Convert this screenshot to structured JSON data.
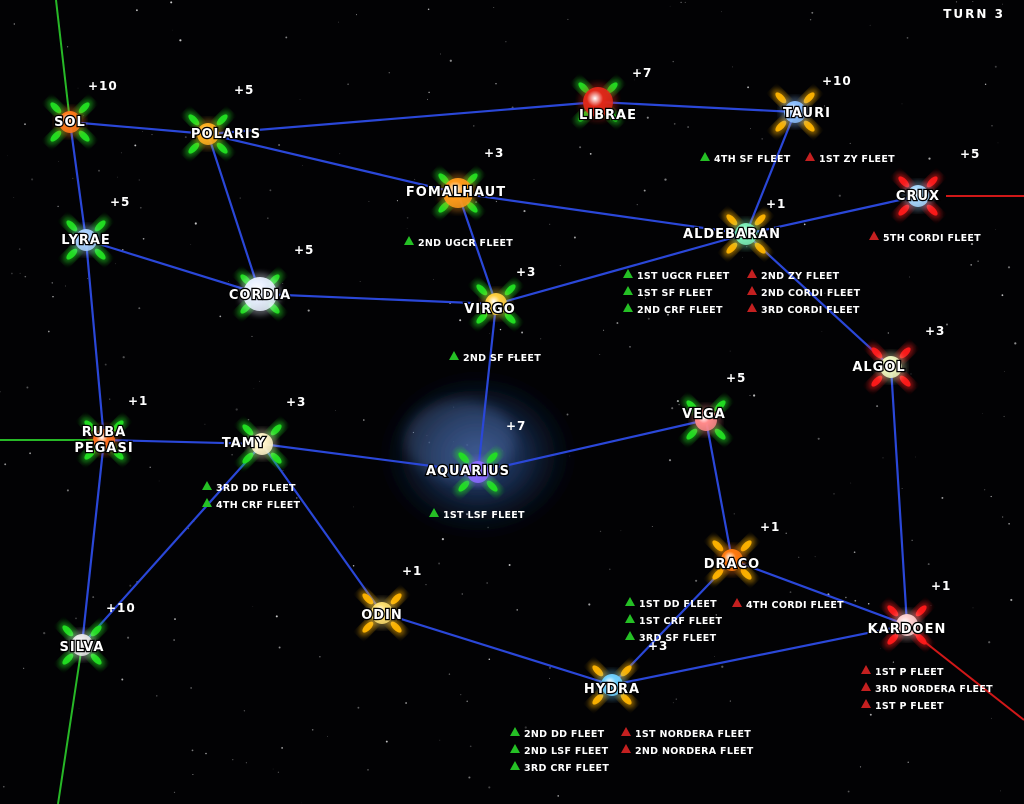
{
  "turn_label": "TURN 3",
  "colors": {
    "lane": "#2a47d8",
    "green_border": "#27b827",
    "red_border": "#d01818",
    "green_fleet": "#25c025",
    "red_fleet": "#c42020",
    "green_control": "#22e022",
    "yellow_control": "#ffb400",
    "red_control": "#ff1a1a"
  },
  "systems": [
    {
      "id": "sol",
      "name": "SOL",
      "income": "+10",
      "control": "green",
      "star": "#ff7a1a"
    },
    {
      "id": "polaris",
      "name": "POLARIS",
      "income": "+5",
      "control": "green",
      "star": "#ffb020"
    },
    {
      "id": "librae",
      "name": "LIBRAE",
      "income": "+7",
      "control": "green",
      "star": "#e02818"
    },
    {
      "id": "tauri",
      "name": "TAURI",
      "income": "+10",
      "control": "yellow",
      "star": "#8cc0ff"
    },
    {
      "id": "fomalhaut",
      "name": "FOMALHAUT",
      "income": "+3",
      "control": "green",
      "star": "#ff9a1a"
    },
    {
      "id": "crux",
      "name": "CRUX",
      "income": "+5",
      "control": "red",
      "star": "#a8d8ff"
    },
    {
      "id": "lyrae",
      "name": "LYRAE",
      "income": "+5",
      "control": "green",
      "star": "#a8d0ff"
    },
    {
      "id": "aldebaran",
      "name": "ALDEBARAN",
      "income": "+1",
      "control": "yellow",
      "star": "#7df0b8"
    },
    {
      "id": "cordia",
      "name": "CORDIA",
      "income": "+5",
      "control": "green",
      "star": "#e8f0ff"
    },
    {
      "id": "virgo",
      "name": "VIRGO",
      "income": "+3",
      "control": "green",
      "star": "#ffd040"
    },
    {
      "id": "algol",
      "name": "ALGOL",
      "income": "+3",
      "control": "red",
      "star": "#f0f8c0"
    },
    {
      "id": "vega",
      "name": "VEGA",
      "income": "+5",
      "control": "green",
      "star": "#ff8a8a"
    },
    {
      "id": "ruba",
      "name": "RUBA\nPEGASI",
      "income": "+1",
      "control": "green",
      "star": "#ff7020"
    },
    {
      "id": "tamy",
      "name": "TAMY",
      "income": "+3",
      "control": "green",
      "star": "#fff4c8"
    },
    {
      "id": "aquarius",
      "name": "AQUARIUS",
      "income": "+7",
      "control": "green",
      "star": "#8a6aff"
    },
    {
      "id": "draco",
      "name": "DRACO",
      "income": "+1",
      "control": "yellow",
      "star": "#ff7a10"
    },
    {
      "id": "odin",
      "name": "ODIN",
      "income": "+1",
      "control": "yellow",
      "star": "#ffe070"
    },
    {
      "id": "kardoen",
      "name": "KARDOEN",
      "income": "+1",
      "control": "red",
      "star": "#ffd0d0"
    },
    {
      "id": "silva",
      "name": "SILVA",
      "income": "+10",
      "control": "green",
      "star": "#e8e8e8"
    },
    {
      "id": "hydra",
      "name": "HYDRA",
      "income": "+3",
      "control": "yellow",
      "star": "#70d0ff"
    }
  ],
  "lanes": [
    [
      "sol",
      "polaris"
    ],
    [
      "polaris",
      "librae"
    ],
    [
      "librae",
      "tauri"
    ],
    [
      "sol",
      "lyrae"
    ],
    [
      "polaris",
      "fomalhaut"
    ],
    [
      "polaris",
      "cordia"
    ],
    [
      "fomalhaut",
      "aldebaran"
    ],
    [
      "tauri",
      "aldebaran"
    ],
    [
      "aldebaran",
      "crux"
    ],
    [
      "lyrae",
      "cordia"
    ],
    [
      "cordia",
      "virgo"
    ],
    [
      "fomalhaut",
      "virgo"
    ],
    [
      "virgo",
      "aldebaran"
    ],
    [
      "aldebaran",
      "algol"
    ],
    [
      "lyrae",
      "ruba"
    ],
    [
      "virgo",
      "aquarius"
    ],
    [
      "ruba",
      "tamy"
    ],
    [
      "tamy",
      "aquarius"
    ],
    [
      "aquarius",
      "vega"
    ],
    [
      "vega",
      "draco"
    ],
    [
      "algol",
      "kardoen"
    ],
    [
      "tamy",
      "odin"
    ],
    [
      "tamy",
      "silva"
    ],
    [
      "ruba",
      "silva"
    ],
    [
      "draco",
      "kardoen"
    ],
    [
      "draco",
      "hydra"
    ],
    [
      "odin",
      "hydra"
    ],
    [
      "hydra",
      "kardoen"
    ]
  ],
  "fleet_groups": [
    {
      "system": "tauri",
      "side": "green",
      "fleets": [
        "4TH SF FLEET"
      ]
    },
    {
      "system": "tauri",
      "side": "red",
      "fleets": [
        "1ST ZY FLEET"
      ]
    },
    {
      "system": "fomalhaut",
      "side": "green",
      "fleets": [
        "2ND UGCR FLEET"
      ]
    },
    {
      "system": "crux",
      "side": "red",
      "fleets": [
        "5TH CORDI FLEET"
      ]
    },
    {
      "system": "aldebaran",
      "side": "green",
      "fleets": [
        "1ST UGCR FLEET",
        "1ST SF FLEET",
        "2ND CRF FLEET"
      ]
    },
    {
      "system": "aldebaran",
      "side": "red",
      "fleets": [
        "2ND ZY FLEET",
        "2ND CORDI FLEET",
        "3RD CORDI FLEET"
      ]
    },
    {
      "system": "virgo",
      "side": "green",
      "fleets": [
        "2ND SF FLEET"
      ]
    },
    {
      "system": "tamy",
      "side": "green",
      "fleets": [
        "3RD DD FLEET",
        "4TH CRF FLEET"
      ]
    },
    {
      "system": "aquarius",
      "side": "green",
      "fleets": [
        "1ST LSF FLEET"
      ]
    },
    {
      "system": "draco",
      "side": "green",
      "fleets": [
        "1ST DD FLEET",
        "1ST CRF FLEET",
        "3RD SF FLEET"
      ]
    },
    {
      "system": "draco",
      "side": "red",
      "fleets": [
        "4TH CORDI FLEET"
      ]
    },
    {
      "system": "kardoen",
      "side": "red",
      "fleets": [
        "1ST P FLEET",
        "3RD NORDERA FLEET",
        "1ST P FLEET"
      ]
    },
    {
      "system": "hydra",
      "side": "green",
      "fleets": [
        "2ND DD FLEET",
        "2ND LSF FLEET",
        "3RD CRF FLEET"
      ]
    },
    {
      "system": "hydra",
      "side": "red",
      "fleets": [
        "1ST NORDERA FLEET",
        "2ND NORDERA FLEET"
      ]
    }
  ]
}
